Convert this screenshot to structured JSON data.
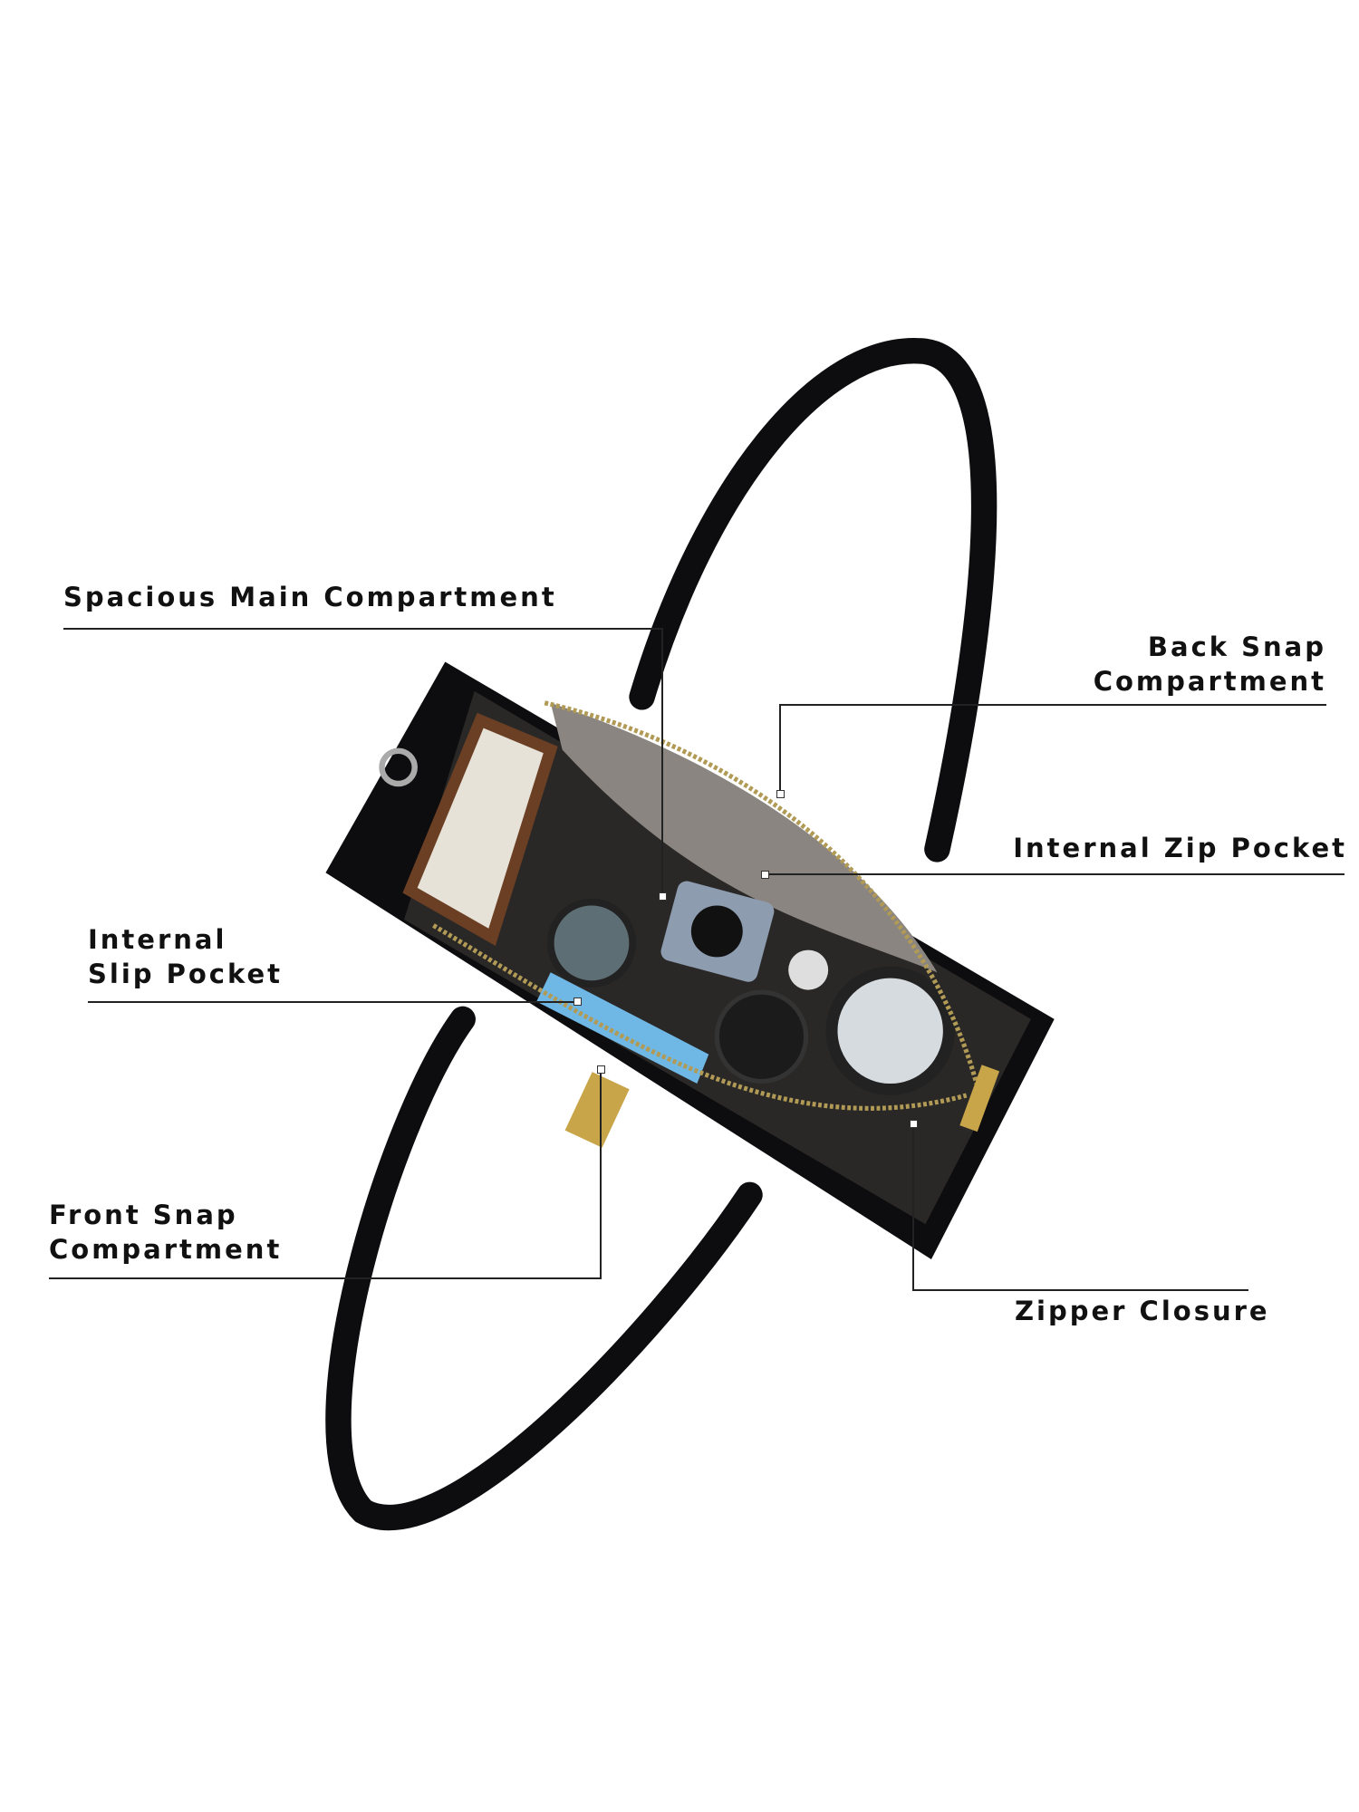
{
  "callouts": {
    "spacious_main": "Spacious Main Compartment",
    "back_snap_1": "Back Snap",
    "back_snap_2": "Compartment",
    "internal_zip": "Internal Zip Pocket",
    "internal_slip_1": "Internal",
    "internal_slip_2": "Slip Pocket",
    "front_snap_1": "Front Snap",
    "front_snap_2": "Compartment",
    "zipper_closure": "Zipper Closure"
  },
  "colors": {
    "bag": "#0d0d0f",
    "lining": "#8a8580",
    "hardware": "#c9a54a",
    "phone": "#6fb8e6"
  }
}
